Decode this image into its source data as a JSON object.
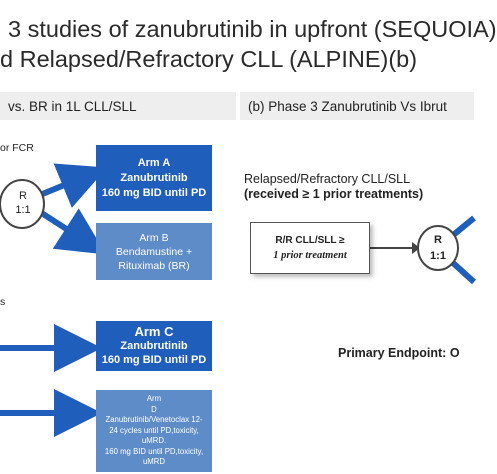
{
  "title": {
    "line1": "3 studies of zanubrutinib in upfront (SEQUOIA)",
    "line2": "d Relapsed/Refractory CLL (ALPINE)(b)"
  },
  "panel_a": {
    "header": "vs. BR in 1L CLL/SLL",
    "side_label_1": "or FCR",
    "side_label_2": "s",
    "rand_label": "R",
    "rand_ratio": "1:1",
    "arm_a": {
      "l1": "Arm A",
      "l2": "Zanubrutinib",
      "l3": "160 mg BID until PD"
    },
    "arm_b": {
      "l1": "Arm B",
      "l2": "Bendamustine +",
      "l3": "Rituximab (BR)"
    },
    "arm_c": {
      "l1": "Arm  C",
      "l2": "Zanubrutinib",
      "l3": "160 mg BID until PD"
    },
    "arm_d": {
      "l1": "Arm",
      "l2": "D",
      "l3": "Zanubrutinib/Venetoclax 12-",
      "l4": "24 cycles until PD,toxicity,",
      "l5": "uMRD.",
      "l6": "160 mg BID until PD,toxicity,",
      "l7": "uMRD"
    }
  },
  "panel_b": {
    "header": "(b) Phase 3 Zanubrutinib Vs Ibrut",
    "pop_line1": "Relapsed/Refractory CLL/SLL",
    "pop_line2": "(received ≥ 1 prior treatments)",
    "box_line1": "R/R CLL/SLL ≥",
    "box_line2": "1 prior treatment",
    "rand_label": "R",
    "rand_ratio": "1:1",
    "endpoint": "Primary  Endpoint: O"
  },
  "colors": {
    "arm_dark": "#1f5fbb",
    "arm_light": "#5e8cc8",
    "arrow": "#1f5fbb",
    "header_bg": "#eeeeee"
  }
}
